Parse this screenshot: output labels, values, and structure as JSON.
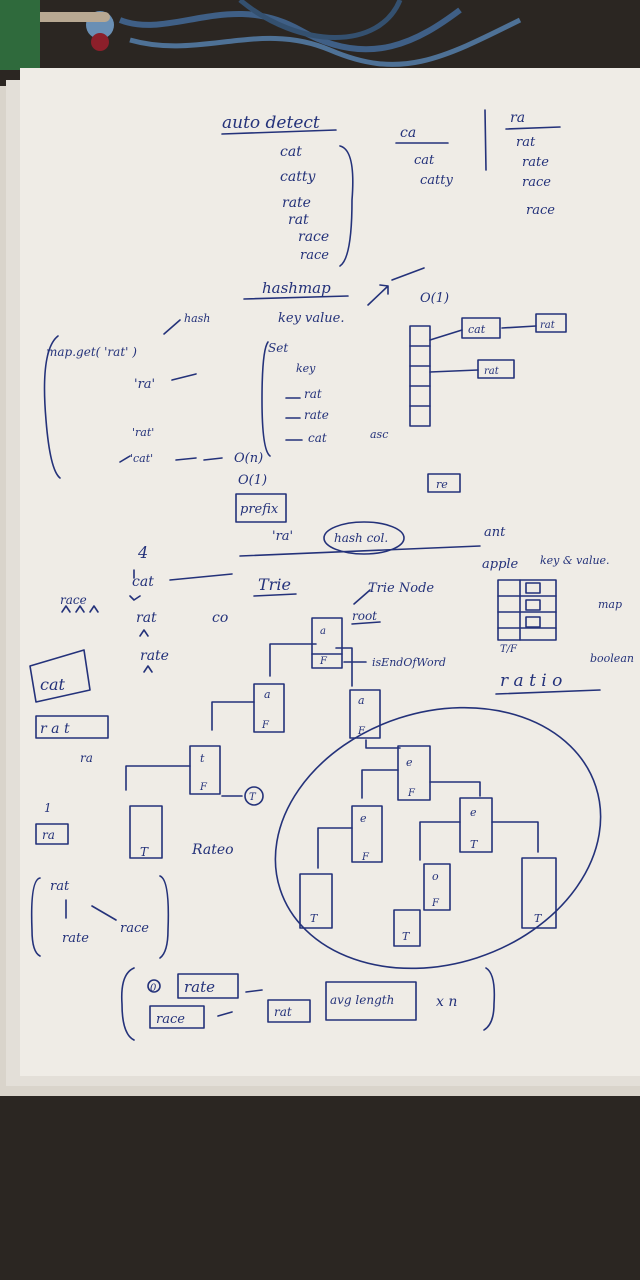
{
  "scene": {
    "description_colors": {
      "background": "#2b2622",
      "paper": "#efece6",
      "ink": "#24327a",
      "cable": "#3f5f86"
    }
  },
  "notes": {
    "heading": "auto detect",
    "word_list": [
      "cat",
      "catty",
      "rate",
      "rat",
      "race",
      "race"
    ],
    "prefix_ca": "ca",
    "ca_results": [
      "cat",
      "catty"
    ],
    "prefix_ra": "ra",
    "ra_results": [
      "rat",
      "rate",
      "race",
      "race"
    ],
    "hashmap_title": "hashmap",
    "hashmap_kv": "key value.",
    "big_o_top": "O(1)",
    "map_call": "map.get( 'rat' )",
    "hash_label": "hash",
    "ra_query": "'ra'",
    "rat_item": "'rat'",
    "cat_item": "'cat'",
    "set_label": "Set",
    "key_label": "key",
    "set_items": [
      "rat",
      "rate",
      "cat"
    ],
    "set_extra": "asc",
    "bucket_cat": "cat",
    "bucket_rat_top": "rat",
    "bucket_rat_bottom": "rat",
    "o_n": "O(n)",
    "o_1": "O(1)",
    "prefix_box": "prefix",
    "hash_col_ra": "'ra'",
    "hash_col": "hash col.",
    "re_box": "re",
    "four": "4",
    "trie_words": [
      "cat",
      "rat",
      "rate"
    ],
    "trie_title": "Trie",
    "co": "co",
    "trie_node": "Trie Node",
    "root": "root",
    "is_end": "isEndOfWord",
    "ant": "ant",
    "apple": "apple",
    "key_value": "key & value.",
    "map": "map",
    "boolean": "boolean",
    "ratio": "r a t i o",
    "race_left": "race",
    "cat_box": "cat",
    "rat_box": "r a t",
    "ra_small": "ra",
    "one": "1",
    "ra_box": "ra",
    "rat_word": "rat",
    "rate_word": "rate",
    "race_word": "race",
    "rateo": "Rateo",
    "bottom_zero": "0",
    "bottom_rate": "rate",
    "bottom_race": "race",
    "bottom_rat": "rat",
    "avg_length": "avg length",
    "x_n": "x n",
    "node_a": "a",
    "node_t": "t",
    "node_e": "e",
    "node_o": "o",
    "flag_f": "F",
    "flag_t": "T",
    "flag_tf": "T/F",
    "circle_t": "T"
  }
}
